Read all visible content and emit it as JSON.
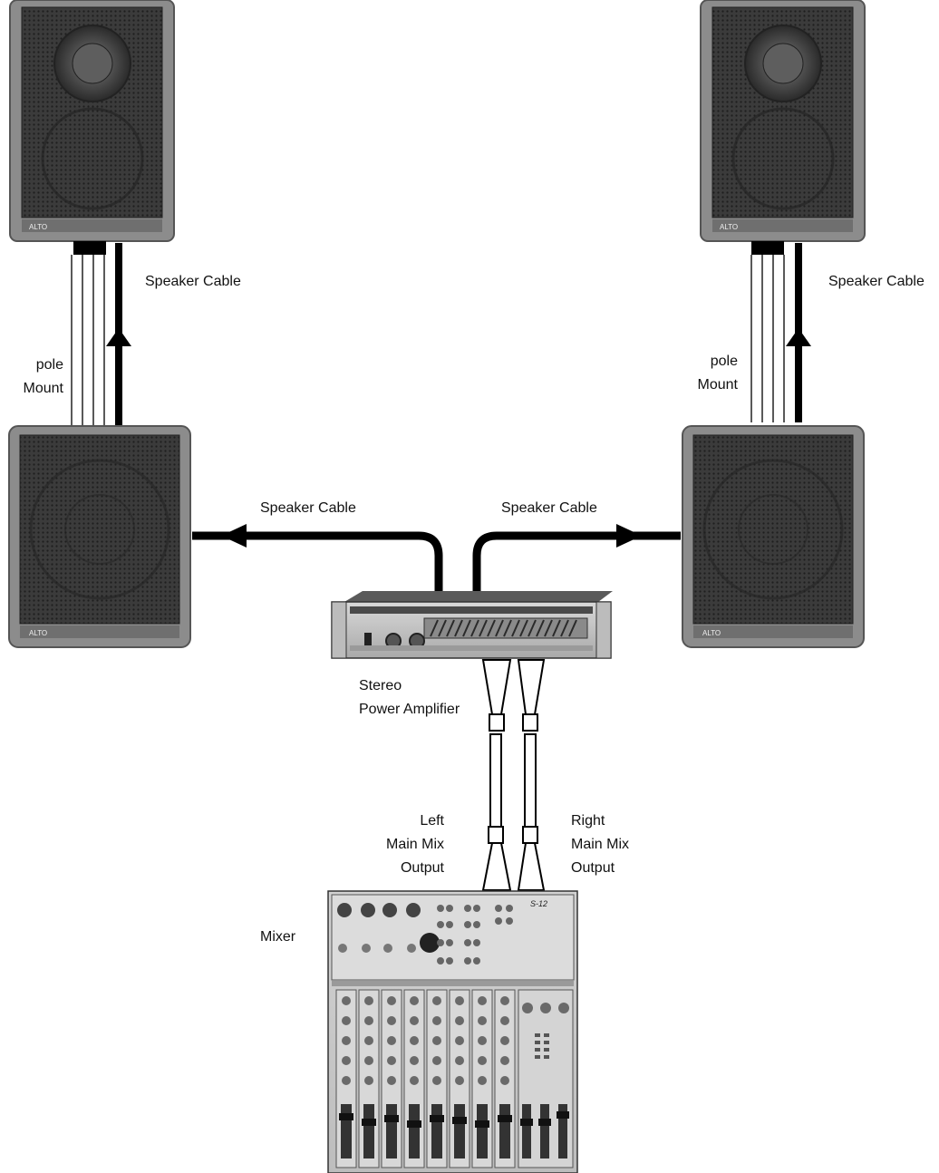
{
  "labels": {
    "top_left_cable": "Speaker Cable",
    "top_right_cable": "Speaker Cable",
    "pole_left": [
      "pole",
      "Mount"
    ],
    "pole_right": [
      "pole",
      "Mount"
    ],
    "mid_left_cable": "Speaker Cable",
    "mid_right_cable": "Speaker Cable",
    "amplifier": [
      "Stereo",
      "Power Amplifier"
    ],
    "left_output": [
      "Left",
      "Main Mix",
      "Output"
    ],
    "right_output": [
      "Right",
      "Main Mix",
      "Output"
    ],
    "mixer": "Mixer"
  },
  "icons": {
    "speaker": "speaker-cabinet-icon",
    "amplifier": "rack-amplifier-icon",
    "mixer": "mixing-console-icon"
  },
  "colors": {
    "cable": "#000000",
    "speaker_body": "#8a8a8a",
    "speaker_grille": "#3a3a3a"
  }
}
